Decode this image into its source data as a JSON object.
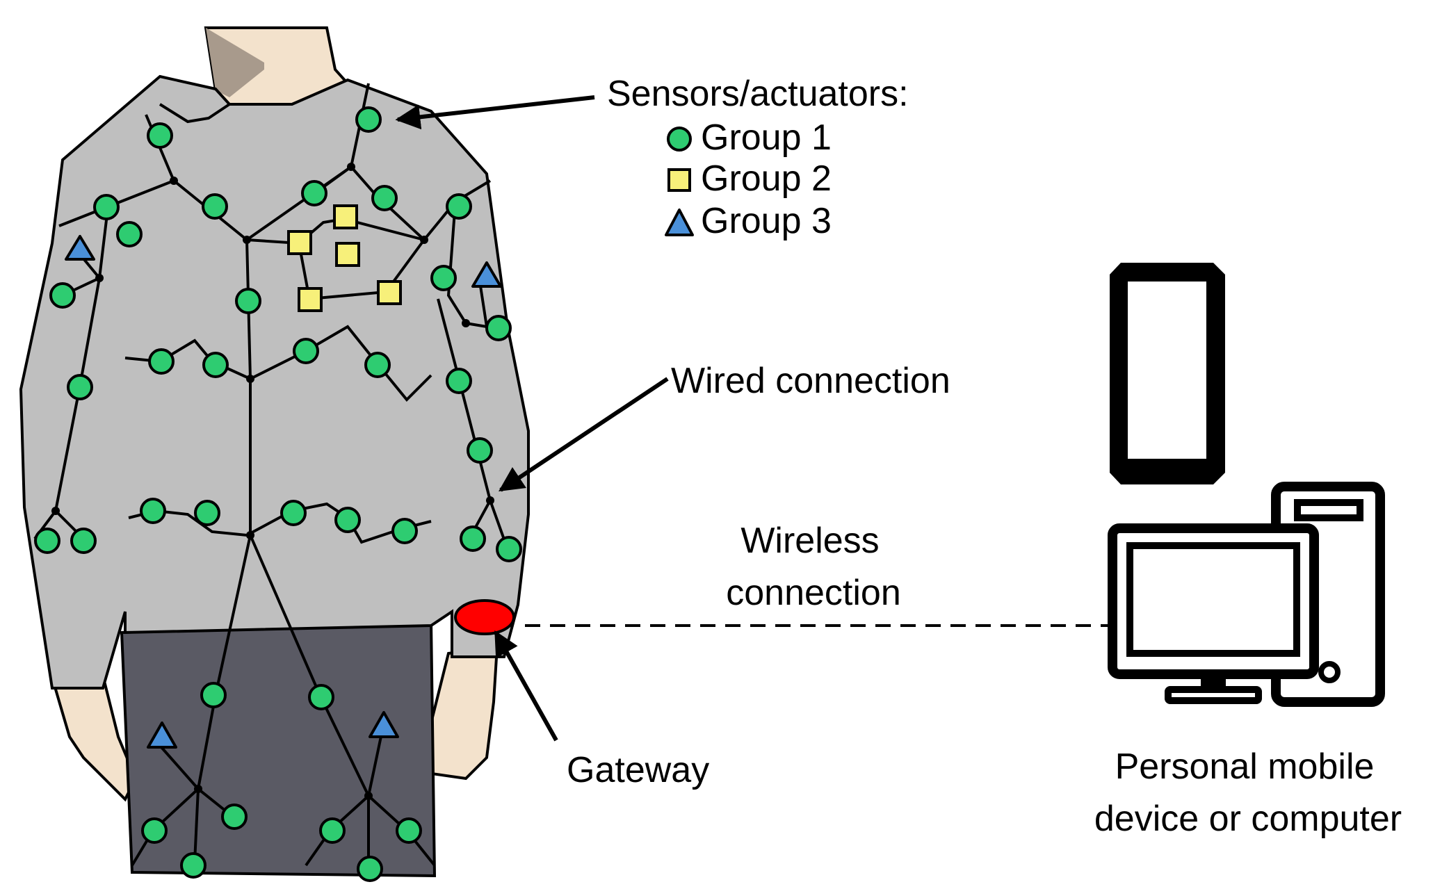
{
  "labels": {
    "sensors_title": "Sensors/actuators:",
    "group1": "Group 1",
    "group2": "Group 2",
    "group3": "Group 3",
    "wired": "Wired connection",
    "wireless_line1": "Wireless",
    "wireless_line2": "connection",
    "gateway": "Gateway",
    "device_line1": "Personal mobile",
    "device_line2": "device or computer"
  },
  "colors": {
    "group1": "#2ecc71",
    "group2": "#f7f07a",
    "group3": "#4a90d9",
    "gateway": "#ff0000",
    "shirt": "#bfbfbf",
    "pants": "#5a5a64",
    "skin": "#f3e2cc"
  }
}
